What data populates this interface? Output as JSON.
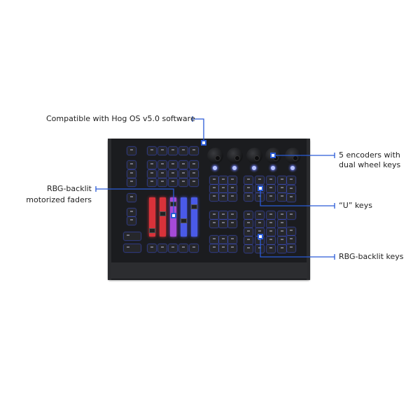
{
  "callouts": {
    "software": "Compatible with Hog OS v5.0 software",
    "encoders_line1": "5 encoders with",
    "encoders_line2": "dual wheel keys",
    "faders_line1": "RBG-backlit",
    "faders_line2": "motorized faders",
    "u_keys": "“U” keys",
    "backlit_keys": "RBG-backlit keys"
  },
  "colors": {
    "callout_line": "#2a5bd7",
    "fader_colors": [
      "#d8323a",
      "#d8323a",
      "#a64ad8",
      "#4a5ae8",
      "#4a5ae8"
    ]
  },
  "device": {
    "encoders": 5,
    "faders": 5
  }
}
